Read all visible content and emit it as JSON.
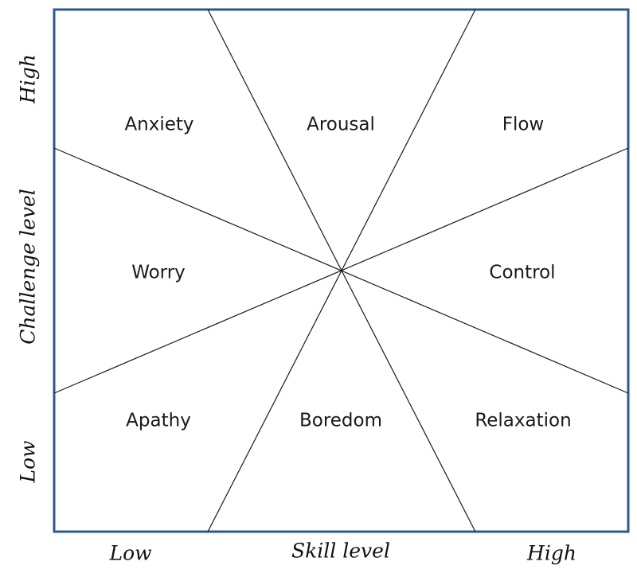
{
  "diagram": {
    "zones": {
      "anxiety": "Anxiety",
      "arousal": "Arousal",
      "flow": "Flow",
      "worry": "Worry",
      "control": "Control",
      "apathy": "Apathy",
      "boredom": "Boredom",
      "relaxation": "Relaxation"
    },
    "x_axis": {
      "label": "Skill level",
      "low": "Low",
      "high": "High"
    },
    "y_axis": {
      "label": "Challenge level",
      "low": "Low",
      "high": "High"
    },
    "colors": {
      "frame": "#2f5891",
      "lines": "#1a1a1a",
      "text": "#1a1a1a"
    }
  }
}
